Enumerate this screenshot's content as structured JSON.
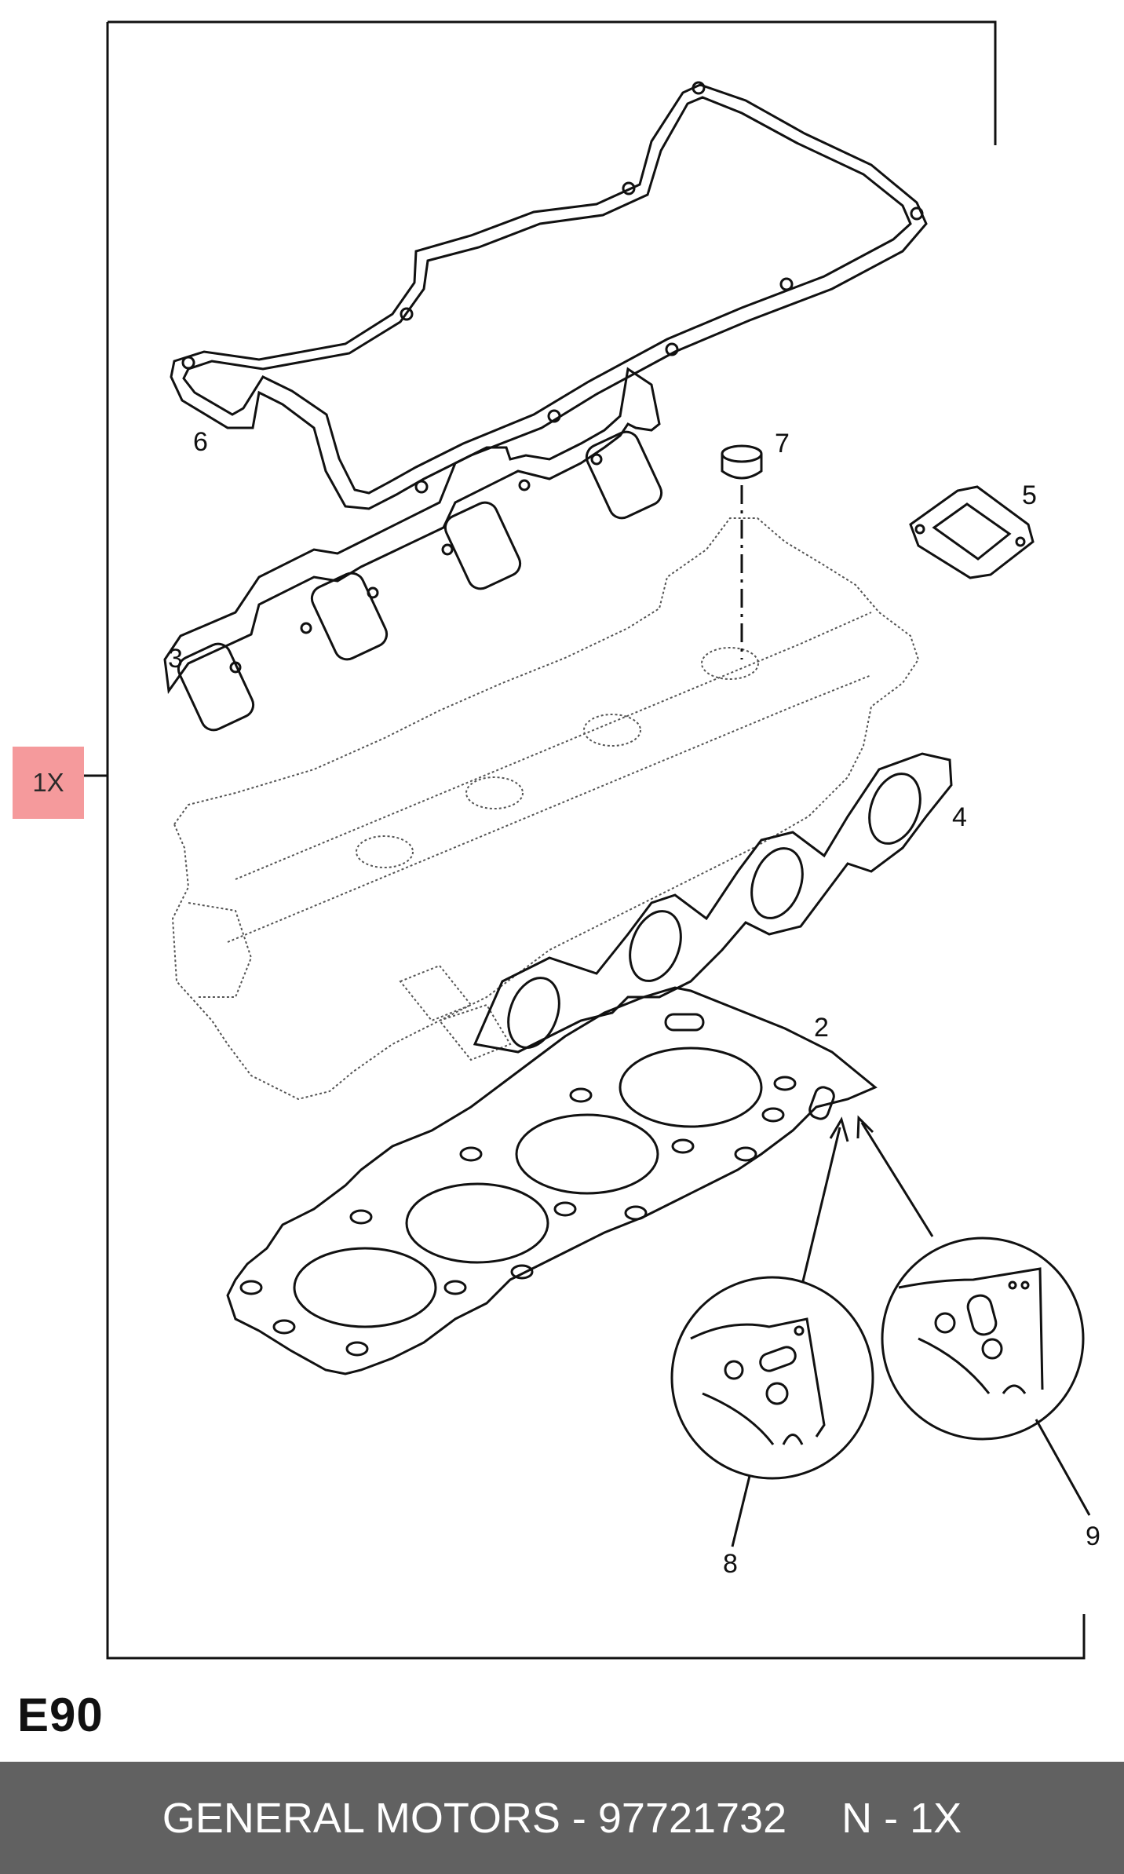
{
  "diagram": {
    "code": "E90",
    "highlight_label": "1X",
    "callouts": [
      {
        "id": "2",
        "label": "2"
      },
      {
        "id": "3",
        "label": "3"
      },
      {
        "id": "4",
        "label": "4"
      },
      {
        "id": "5",
        "label": "5"
      },
      {
        "id": "6",
        "label": "6"
      },
      {
        "id": "7",
        "label": "7"
      },
      {
        "id": "8",
        "label": "8"
      },
      {
        "id": "9",
        "label": "9"
      }
    ]
  },
  "footer": {
    "part_text": "GENERAL MOTORS - 97721732",
    "qty_text": "N - 1X"
  },
  "colors": {
    "highlight": "#f59a9c",
    "footer_bg": "#616161",
    "footer_text": "#ffffff",
    "line": "#111111"
  }
}
